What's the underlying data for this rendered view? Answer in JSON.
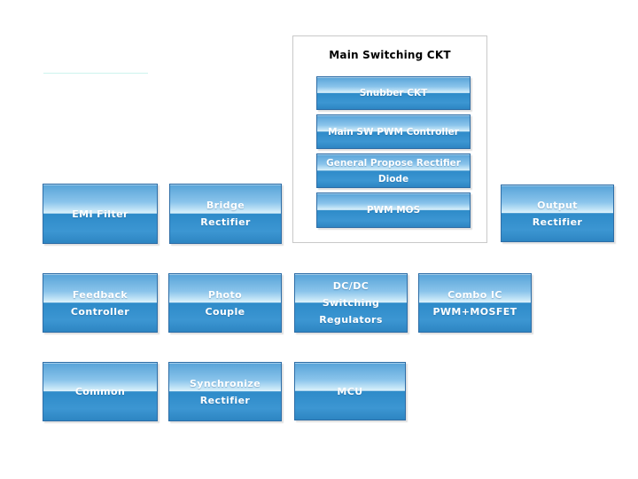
{
  "diagram": {
    "container": {
      "title": "Main Switching CKT",
      "blocks": [
        {
          "label": "Snubber CKT"
        },
        {
          "label": "Main SW PWM Controller"
        },
        {
          "label": "General Propose Rectifier\nDiode"
        },
        {
          "label": "PWM MOS"
        }
      ]
    },
    "blocks": [
      {
        "label": "EMI Filter"
      },
      {
        "label": "Bridge\nRectifier"
      },
      {
        "label": "Output\nRectifier"
      },
      {
        "label": "Feedback\nController"
      },
      {
        "label": "Photo\nCouple"
      },
      {
        "label": "DC/DC\nSwitching\nRegulators"
      },
      {
        "label": "Combo IC\nPWM+MOSFET"
      },
      {
        "label": "Common"
      },
      {
        "label": "Synchronize\nRectifier"
      },
      {
        "label": "MCU"
      }
    ],
    "colors": {
      "background": "#ffffff",
      "block_border": "#2e6da6",
      "block_gradient_top": "#57a3d8",
      "block_gradient_highlight": "#ddf2fc",
      "block_gradient_bottom_start": "#2e8bc9",
      "block_gradient_bottom_end": "#2d85c2",
      "block_text": "#ffffff",
      "container_border": "#c9c9c9",
      "container_title": "#000000",
      "faint_line": "#cdf4ee"
    }
  }
}
